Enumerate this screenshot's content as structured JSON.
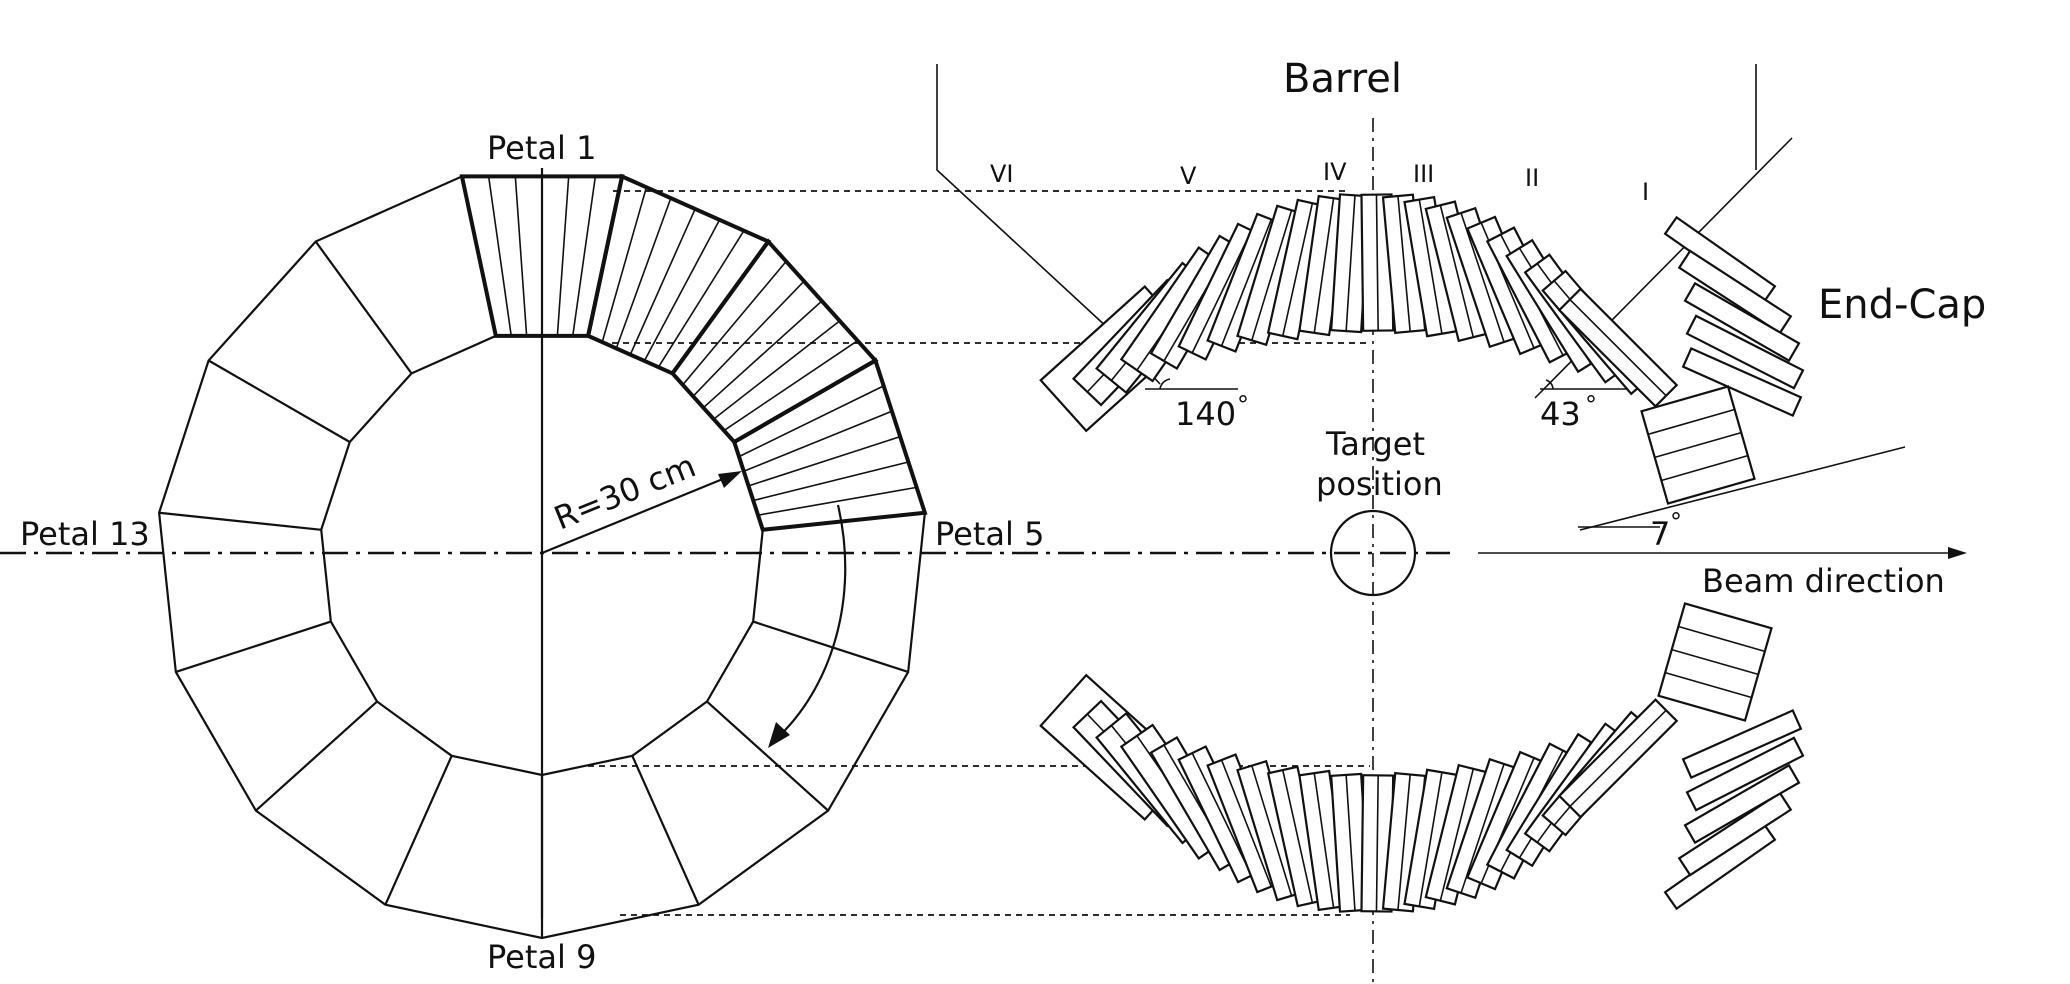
{
  "labels": {
    "barrel": "Barrel",
    "end_cap": "End-Cap",
    "petal_1": "Petal 1",
    "petal_5": "Petal 5",
    "petal_9": "Petal 9",
    "petal_13": "Petal 13",
    "radius": "R=30 cm",
    "target_line1": "Target",
    "target_line2": "position",
    "beam_direction": "Beam direction",
    "angle_140": "140",
    "angle_43": "43",
    "angle_7": "7",
    "degree_mark": "°"
  },
  "rings": {
    "roman": [
      "VI",
      "V",
      "IV",
      "III",
      "II",
      "I"
    ]
  },
  "geometry": {
    "petal_count": 15,
    "barrel_crystals_per_half": 22,
    "endcap_crystals": 6
  }
}
